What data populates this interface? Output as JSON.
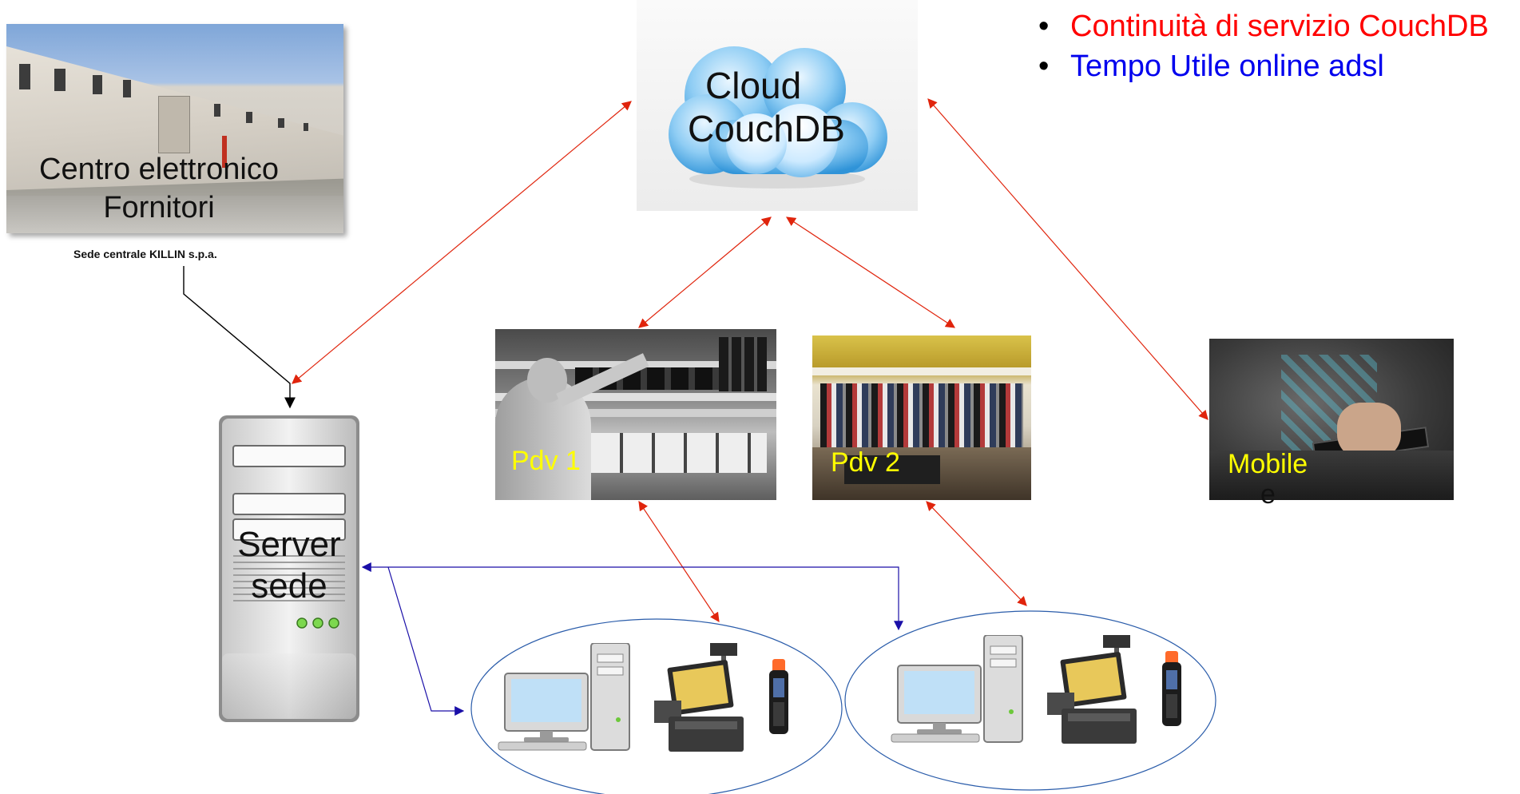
{
  "legend": {
    "items": [
      {
        "label": "Continuità di servizio CouchDB",
        "color": "#ff0000"
      },
      {
        "label": "Tempo Utile online adsl",
        "color": "#0000ee"
      }
    ]
  },
  "nodes": {
    "warehouse": {
      "label_line1": "Centro elettronico",
      "label_line2": "Fornitori",
      "caption": "Sede centrale KILLIN s.p.a."
    },
    "cloud": {
      "label_line1": "Cloud",
      "label_line2": "CouchDB"
    },
    "server": {
      "label_line1": "Server",
      "label_line2": "sede"
    },
    "pdv1": {
      "label": "Pdv 1"
    },
    "pdv2": {
      "label": "Pdv 2"
    },
    "mobile": {
      "label": "Mobile",
      "overflow": "e"
    }
  },
  "colors": {
    "sync_arrow": "#e0240c",
    "lan_arrow": "#1a0fa8",
    "feed_arrow": "#000000",
    "ellipse": "#2a5caa",
    "pdv_label": "#ffff00"
  },
  "icons": [
    "warehouse-photo",
    "cloud-icon",
    "server-tower-icon",
    "shoe-store-photo",
    "clothing-store-photo",
    "smartphone-hand-photo",
    "desktop-pc-icon",
    "pos-terminal-icon",
    "barcode-scanner-icon"
  ]
}
